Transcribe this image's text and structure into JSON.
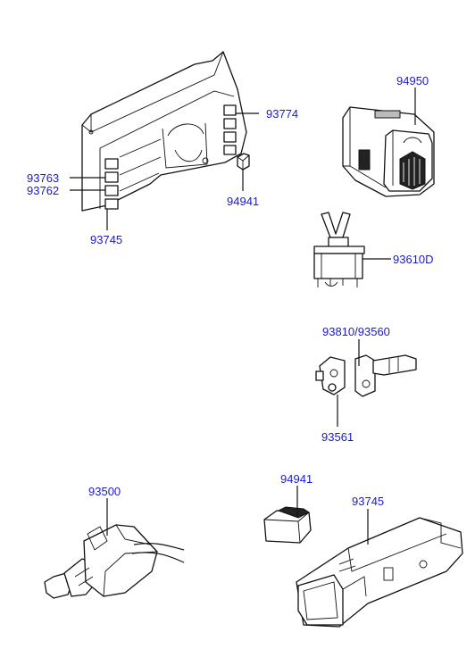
{
  "colors": {
    "label": "#1a1ad0",
    "line": "#111111",
    "background": "#ffffff"
  },
  "labels": {
    "p93774": "93774",
    "p93763": "93763",
    "p93762": "93762",
    "p93745_top": "93745",
    "p94941_top": "94941",
    "p94950": "94950",
    "p93610D": "93610D",
    "p93810_93560": "93810/93560",
    "p93561": "93561",
    "p93500": "93500",
    "p94941_bottom": "94941",
    "p93745_bottom": "93745"
  }
}
